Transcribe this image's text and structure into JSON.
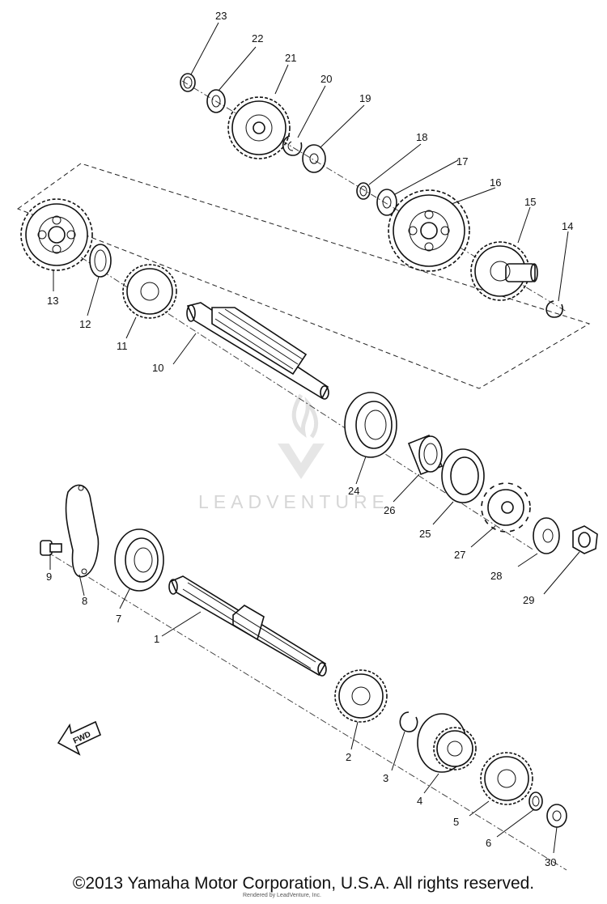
{
  "diagram": {
    "parts": [
      {
        "id": "p23",
        "label": "23"
      },
      {
        "id": "p22",
        "label": "22"
      },
      {
        "id": "p21",
        "label": "21"
      },
      {
        "id": "p20",
        "label": "20"
      },
      {
        "id": "p19",
        "label": "19"
      },
      {
        "id": "p18",
        "label": "18"
      },
      {
        "id": "p17",
        "label": "17"
      },
      {
        "id": "p16",
        "label": "16"
      },
      {
        "id": "p15",
        "label": "15"
      },
      {
        "id": "p14",
        "label": "14"
      },
      {
        "id": "p13",
        "label": "13"
      },
      {
        "id": "p12",
        "label": "12"
      },
      {
        "id": "p11",
        "label": "11"
      },
      {
        "id": "p10",
        "label": "10"
      },
      {
        "id": "p24",
        "label": "24"
      },
      {
        "id": "p26",
        "label": "26"
      },
      {
        "id": "p25",
        "label": "25"
      },
      {
        "id": "p27",
        "label": "27"
      },
      {
        "id": "p28",
        "label": "28"
      },
      {
        "id": "p29",
        "label": "29"
      },
      {
        "id": "p9",
        "label": "9"
      },
      {
        "id": "p8",
        "label": "8"
      },
      {
        "id": "p7",
        "label": "7"
      },
      {
        "id": "p1",
        "label": "1"
      },
      {
        "id": "p2",
        "label": "2"
      },
      {
        "id": "p3",
        "label": "3"
      },
      {
        "id": "p4",
        "label": "4"
      },
      {
        "id": "p5",
        "label": "5"
      },
      {
        "id": "p6",
        "label": "6"
      },
      {
        "id": "p30",
        "label": "30"
      }
    ],
    "fwd_label": "FWD",
    "watermark": "LEADVENTURE"
  },
  "footer": {
    "copyright": "©2013 Yamaha Motor Corporation, U.S.A. All rights reserved.",
    "rendered_by": "Rendered by LeadVenture, Inc."
  }
}
